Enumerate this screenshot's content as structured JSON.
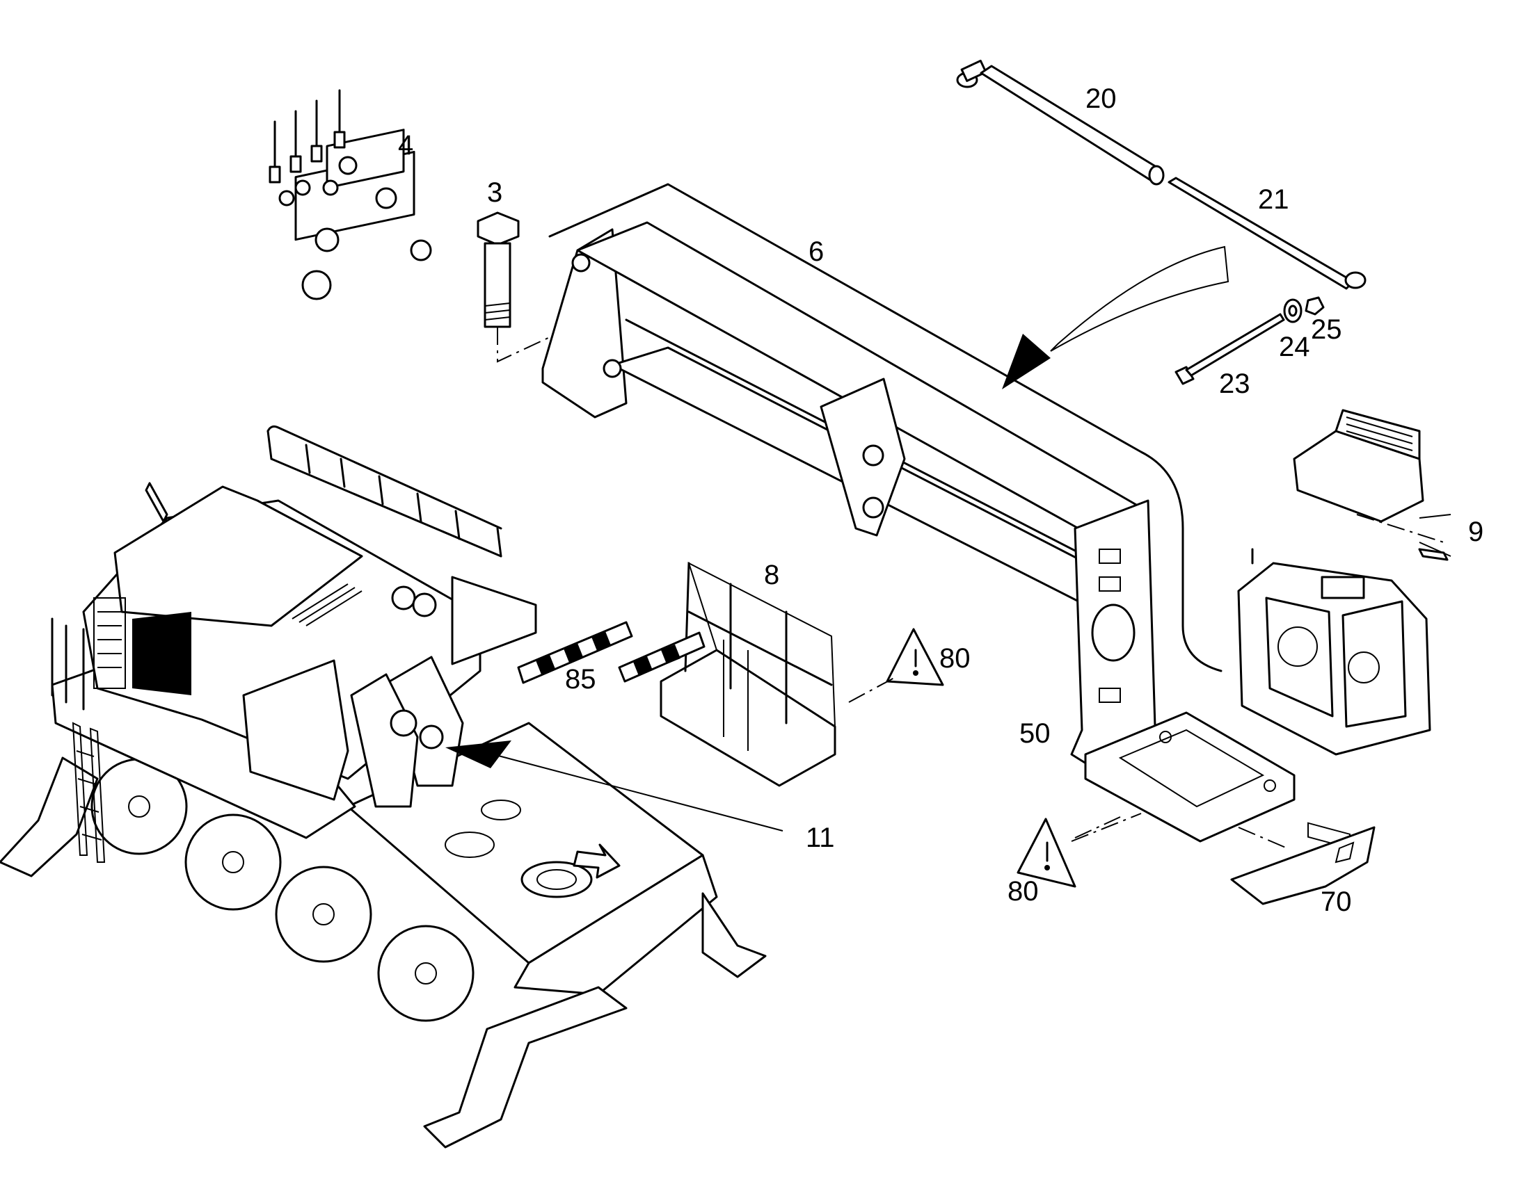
{
  "callouts": {
    "c3": "3",
    "c4": "4",
    "c6": "6",
    "c8": "8",
    "c9": "9",
    "c11": "11",
    "c20": "20",
    "c21": "21",
    "c23": "23",
    "c24": "24",
    "c25": "25",
    "c50": "50",
    "c70": "70",
    "c80a": "80",
    "c80b": "80",
    "c85": "85"
  },
  "icons": {
    "warning": "warning-triangle-icon",
    "arrow": "pointer-arrow-icon"
  }
}
